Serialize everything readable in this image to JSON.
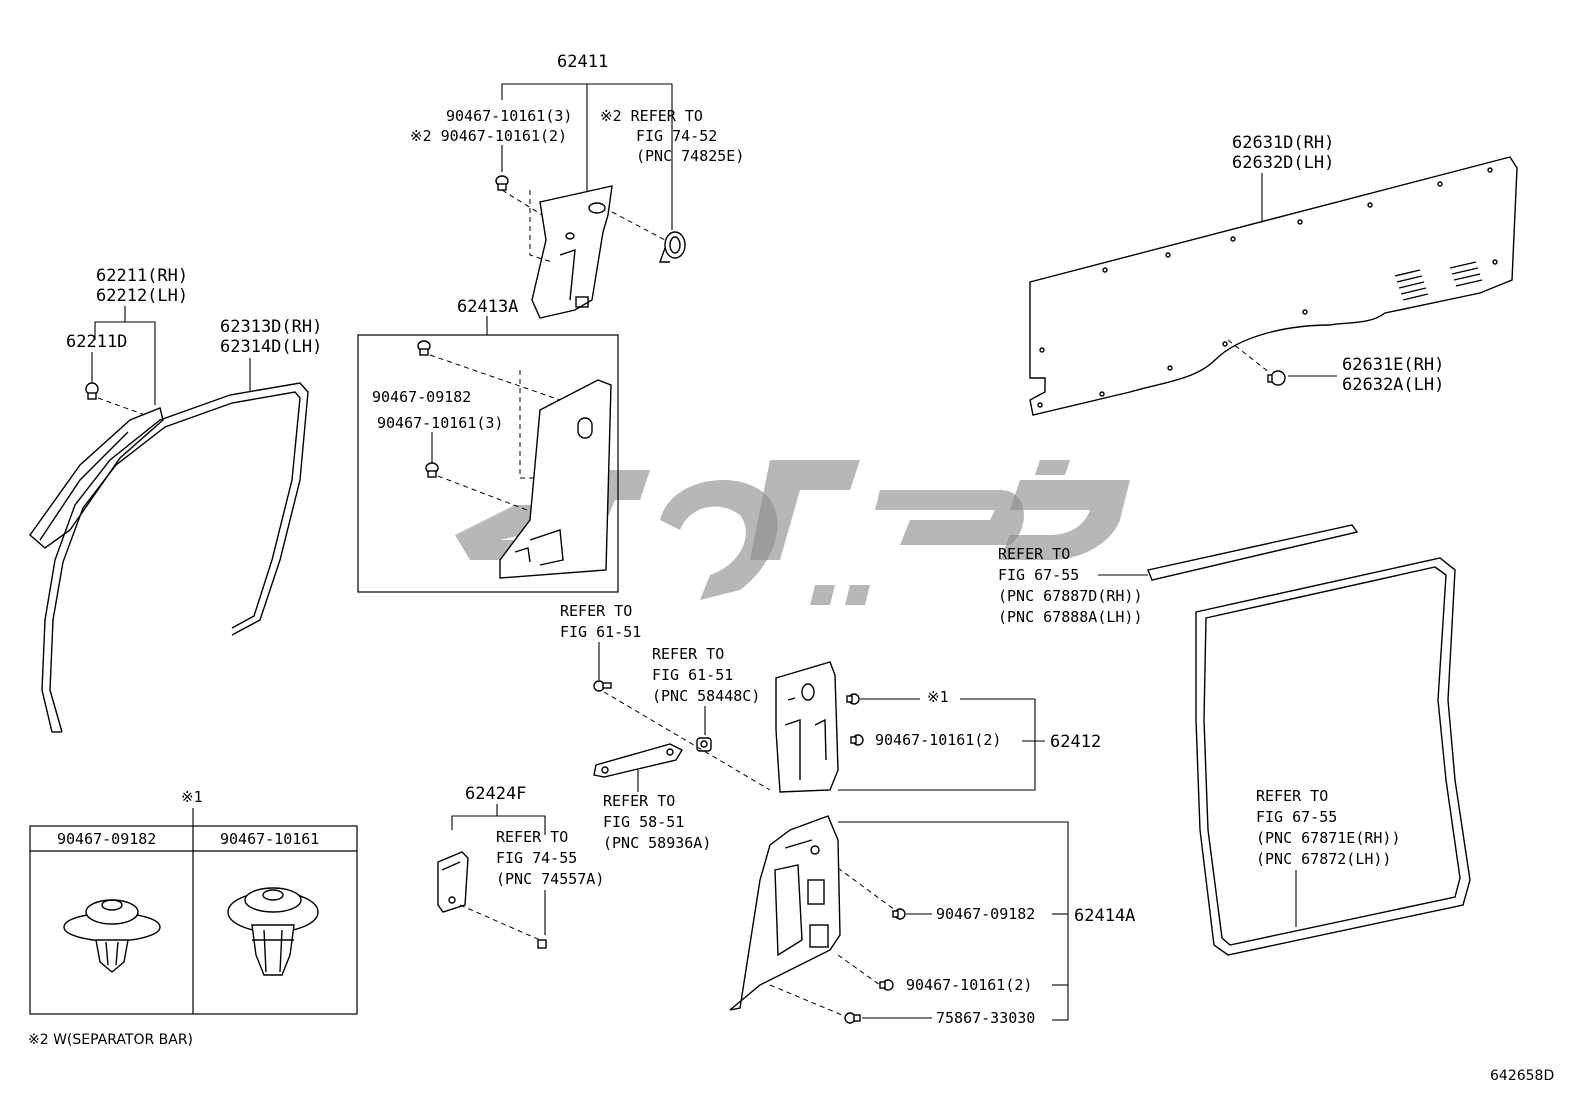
{
  "labels": {
    "p62411": "62411",
    "p90467_10161_3_top": "90467-10161(3)",
    "p90467_10161_2_top": "※2 90467-10161(2)",
    "ref_7452_l1": "※2 REFER TO",
    "ref_7452_l2": "FIG 74-52",
    "ref_7452_l3": "(PNC 74825E)",
    "p62631d": "62631D(RH)",
    "p62632d": "62632D(LH)",
    "p62211": "62211(RH)",
    "p62212": "62212(LH)",
    "p62211d": "62211D",
    "p62313d": "62313D(RH)",
    "p62314d": "62314D(LH)",
    "p62413a": "62413A",
    "p90467_09182_box": "90467-09182",
    "p90467_10161_3_box": "90467-10161(3)",
    "p62631e": "62631E(RH)",
    "p62632a": "62632A(LH)",
    "ref_6755a_l1": "REFER TO",
    "ref_6755a_l2": "FIG 67-55",
    "ref_6755a_l3": "(PNC 67887D(RH))",
    "ref_6755a_l4": "(PNC 67888A(LH))",
    "ref_6151_l1": "REFER TO",
    "ref_6151_l2": "FIG 61-51",
    "ref_6151b_l1": "REFER TO",
    "ref_6151b_l2": "FIG 61-51",
    "ref_6151b_l3": "(PNC 58448C)",
    "note1_top": "※1",
    "p90467_10161_2_mid": "90467-10161(2)",
    "p62412": "62412",
    "ref_5851_l1": "REFER TO",
    "ref_5851_l2": "FIG 58-51",
    "ref_5851_l3": "(PNC 58936A)",
    "p62424f": "62424F",
    "ref_7455_l1": "REFER TO",
    "ref_7455_l2": "FIG 74-55",
    "ref_7455_l3": "(PNC 74557A)",
    "ref_6755b_l1": "REFER TO",
    "ref_6755b_l2": "FIG 67-55",
    "ref_6755b_l3": "(PNC 67871E(RH))",
    "ref_6755b_l4": "(PNC 67872(LH))",
    "p90467_09182_low": "90467-09182",
    "p62414a": "62414A",
    "p90467_10161_2_low": "90467-10161(2)",
    "p75867": "75867-33030",
    "note1_table": "※1",
    "table_col1": "90467-09182",
    "table_col2": "90467-10161",
    "footnote": "※2 W(SEPARATOR BAR)",
    "diagram_id": "642658D"
  },
  "colors": {
    "line": "#000000",
    "watermark": "#8a8a8a",
    "background": "#ffffff"
  }
}
